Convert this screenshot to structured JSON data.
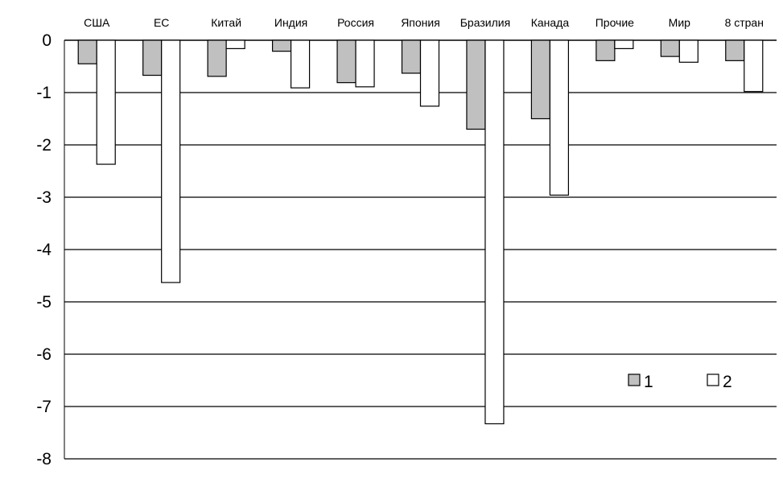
{
  "chart_data": {
    "type": "bar",
    "title": "",
    "xlabel": "",
    "ylabel": "",
    "categories": [
      "США",
      "ЕС",
      "Китай",
      "Индия",
      "Россия",
      "Япония",
      "Бразилия",
      "Канада",
      "Прочие",
      "Мир",
      "8 стран"
    ],
    "series": [
      {
        "name": "1",
        "color": "#c0c0c0",
        "values": [
          -0.45,
          -0.67,
          -0.69,
          -0.21,
          -0.81,
          -0.63,
          -1.7,
          -1.5,
          -0.39,
          -0.31,
          -0.39
        ]
      },
      {
        "name": "2",
        "color": "#ffffff",
        "values": [
          -2.37,
          -4.63,
          -0.16,
          -0.91,
          -0.89,
          -1.26,
          -7.33,
          -2.96,
          -0.16,
          -0.42,
          -0.98
        ]
      }
    ],
    "ylim": [
      -8,
      0
    ],
    "yticks": [
      0,
      -1,
      -2,
      -3,
      -4,
      -5,
      -6,
      -7,
      -8
    ],
    "grid": true,
    "legend_position": "bottom-right"
  }
}
